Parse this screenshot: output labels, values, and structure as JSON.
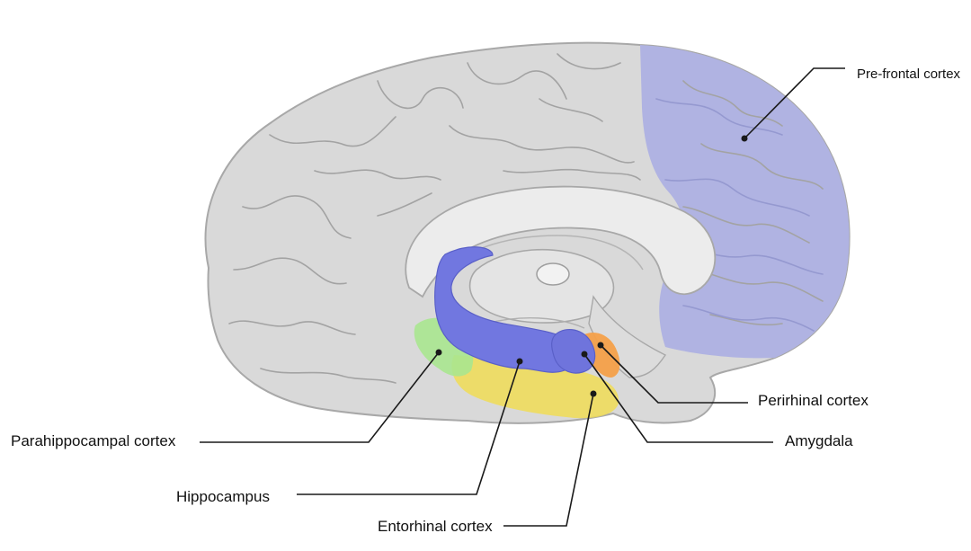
{
  "diagram": {
    "labels": {
      "prefrontal": "Pre-frontal cortex",
      "perirhinal": "Perirhinal cortex",
      "amygdala": "Amygdala",
      "parahippocampal": "Parahippocampal cortex",
      "hippocampus": "Hippocampus",
      "entorhinal": "Entorhinal cortex"
    },
    "colors": {
      "brain_fill": "#d9d9d9",
      "brain_outline": "#a8a8a8",
      "prefrontal": "#b0b3e2",
      "hippocampus": "#7177e0",
      "amygdala": "#6f74dc",
      "entorhinal": "#f0dc55",
      "parahippocampal": "#a9e68f",
      "perirhinal": "#f4a049",
      "leader_line": "#1a1a1a"
    }
  }
}
